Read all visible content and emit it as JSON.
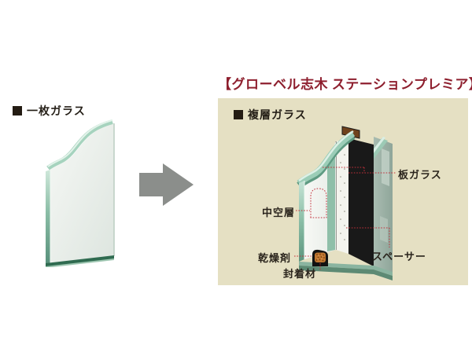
{
  "title": "【グローベル志木 ステーションプレミア】",
  "left": {
    "label": "一枚ガラス"
  },
  "right": {
    "label": "複層ガラス",
    "callouts": {
      "plate_glass": "板ガラス",
      "hollow_layer": "中空層",
      "desiccant": "乾燥剤",
      "spacer": "スペーサー",
      "sealant": "封着材"
    }
  },
  "colors": {
    "title_maroon": "#8e1f2e",
    "panel_beige": "#e5e0c3",
    "leader_red": "#c22f3a",
    "glass_teal": "#93c7b1",
    "spacer_black": "#1a1a1a",
    "desiccant_brown": "#bf7630",
    "arrow_gray": "#8b8e8b"
  }
}
